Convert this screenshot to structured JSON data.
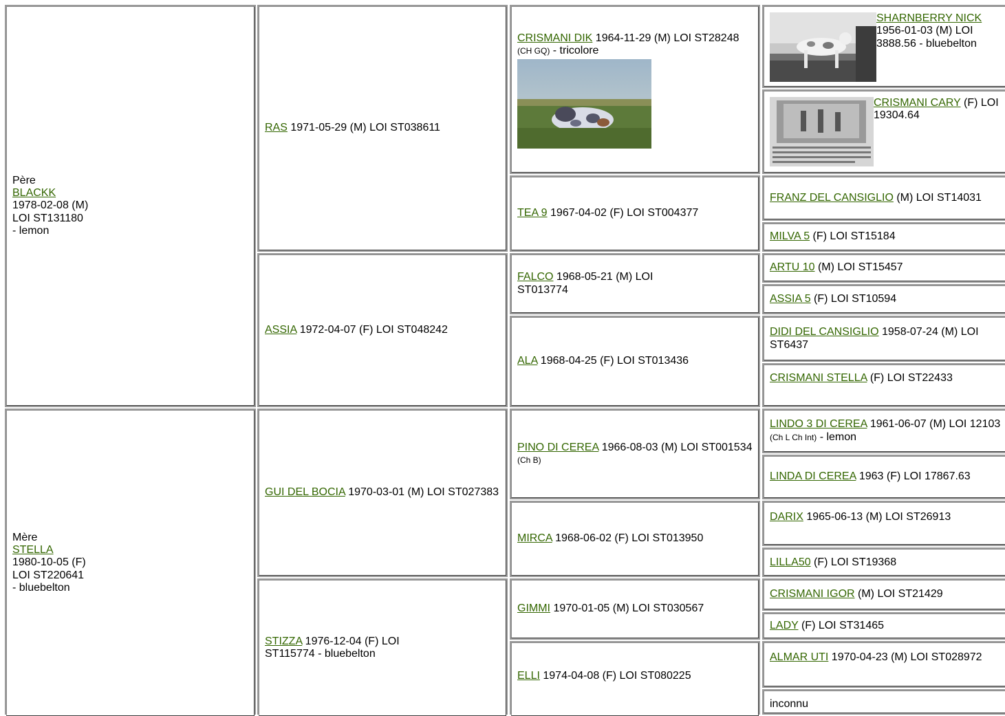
{
  "father": {
    "role": "Père",
    "name": "BLACKK",
    "line1": "1978-02-08 (M)",
    "line2": "LOI ST131180",
    "line3": "- lemon",
    "sire": {
      "name": "RAS",
      "text": " 1971-05-29 (M) LOI ST038611",
      "sire": {
        "name": "CRISMANI DIK",
        "text": " 1964-11-29 (M) LOI ST28248 ",
        "title": "(CH GQ)",
        "tail": " - tricolore",
        "sire": {
          "name": "SHARNBERRY NICK",
          "text": " 1956-01-03 (M) LOI 3888.56 - bluebelton"
        },
        "dam": {
          "name": "CRISMANI CARY",
          "text": " (F) LOI 19304.64"
        }
      },
      "dam": {
        "name": "TEA 9",
        "text": " 1967-04-02 (F) LOI ST004377",
        "sire": {
          "name": "FRANZ DEL CANSIGLIO",
          "text": " (M) LOI ST14031"
        },
        "dam": {
          "name": "MILVA 5",
          "text": " (F) LOI ST15184"
        }
      }
    },
    "dam": {
      "name": "ASSIA",
      "text": " 1972-04-07 (F) LOI ST048242",
      "sire": {
        "name": "FALCO",
        "text": " 1968-05-21 (M) LOI ST013774",
        "sire": {
          "name": "ARTU 10",
          "text": " (M) LOI ST15457"
        },
        "dam": {
          "name": "ASSIA 5",
          "text": " (F) LOI ST10594"
        }
      },
      "dam": {
        "name": "ALA",
        "text": " 1968-04-25 (F) LOI ST013436",
        "sire": {
          "name": "DIDI DEL CANSIGLIO",
          "text": " 1958-07-24 (M) LOI ST6437"
        },
        "dam": {
          "name": "CRISMANI STELLA",
          "text": " (F) LOI ST22433"
        }
      }
    }
  },
  "mother": {
    "role": "Mère",
    "name": "STELLA",
    "line1": "1980-10-05 (F)",
    "line2": "LOI ST220641",
    "line3": "- bluebelton",
    "sire": {
      "name": "GUI DEL BOCIA",
      "text": " 1970-03-01 (M) LOI ST027383",
      "sire": {
        "name": "PINO DI CEREA",
        "text": " 1966-08-03 (M) LOI ST001534 ",
        "title": "(Ch B)",
        "sire": {
          "name": "LINDO 3 DI CEREA",
          "text": " 1961-06-07 (M) LOI 12103 ",
          "title": "(Ch L Ch Int)",
          "tail": " - lemon"
        },
        "dam": {
          "name": "LINDA DI CEREA",
          "text": " 1963 (F) LOI 17867.63"
        }
      },
      "dam": {
        "name": "MIRCA",
        "text": " 1968-06-02 (F) LOI ST013950",
        "sire": {
          "name": "DARIX",
          "text": " 1965-06-13 (M) LOI ST26913"
        },
        "dam": {
          "name": "LILLA50",
          "text": " (F) LOI ST19368"
        }
      }
    },
    "dam": {
      "name": "STIZZA",
      "text": " 1976-12-04 (F) LOI ST115774 - bluebelton",
      "sire": {
        "name": "GIMMI",
        "text": " 1970-01-05 (M) LOI ST030567",
        "sire": {
          "name": "CRISMANI IGOR",
          "text": " (M) LOI ST21429"
        },
        "dam": {
          "name": "LADY",
          "text": " (F) LOI ST31465"
        }
      },
      "dam": {
        "name": "ELLI",
        "text": " 1974-04-08 (F) LOI ST080225",
        "sire": {
          "name": "ALMAR UTI",
          "text": " 1970-04-23 (M) LOI ST028972"
        },
        "dam": {
          "unknown": "inconnu"
        }
      }
    }
  }
}
